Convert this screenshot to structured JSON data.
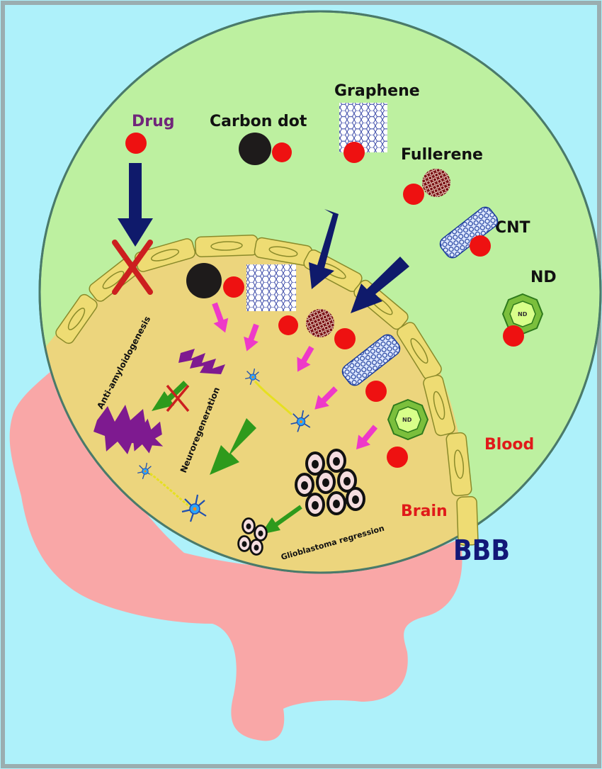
{
  "labels": {
    "drug": "Drug",
    "carbon_dot": "Carbon dot",
    "graphene": "Graphene",
    "fullerene": "Fullerene",
    "cnt": "CNT",
    "nd": "ND",
    "nd_badge_small": "ND",
    "blood": "Blood",
    "brain": "Brain",
    "bbb": "BBB",
    "anti_amyloidogenesis": "Anti-amyloidogenesis",
    "neuroregeneration": "Neuroregeneration",
    "glioblastoma_regression": "Glioblastoma regression"
  },
  "colors": {
    "background": "#aef1fa",
    "frame": "#9aaeb0",
    "blood_circle": "#bdf0a0",
    "brain_region": "#f0d27a",
    "brain_shape": "#f9a7a7",
    "endothelial_cell": "#eedc73",
    "drug_particle": "#ee1111",
    "carbon_dot": "#1e1b1b",
    "blocked_mark": "#cc1f1f",
    "navy_arrow": "#0f1a6b",
    "pink_arrow": "#ee39c8",
    "green_arrow": "#2e9a1c",
    "drug_text": "#70267a",
    "blood_brain_text": "#e01a1a",
    "bbb_text": "#121878",
    "fullerene": "#7a1216",
    "cnt": "#1d3d9c",
    "amyloid": "#7e1a90"
  }
}
